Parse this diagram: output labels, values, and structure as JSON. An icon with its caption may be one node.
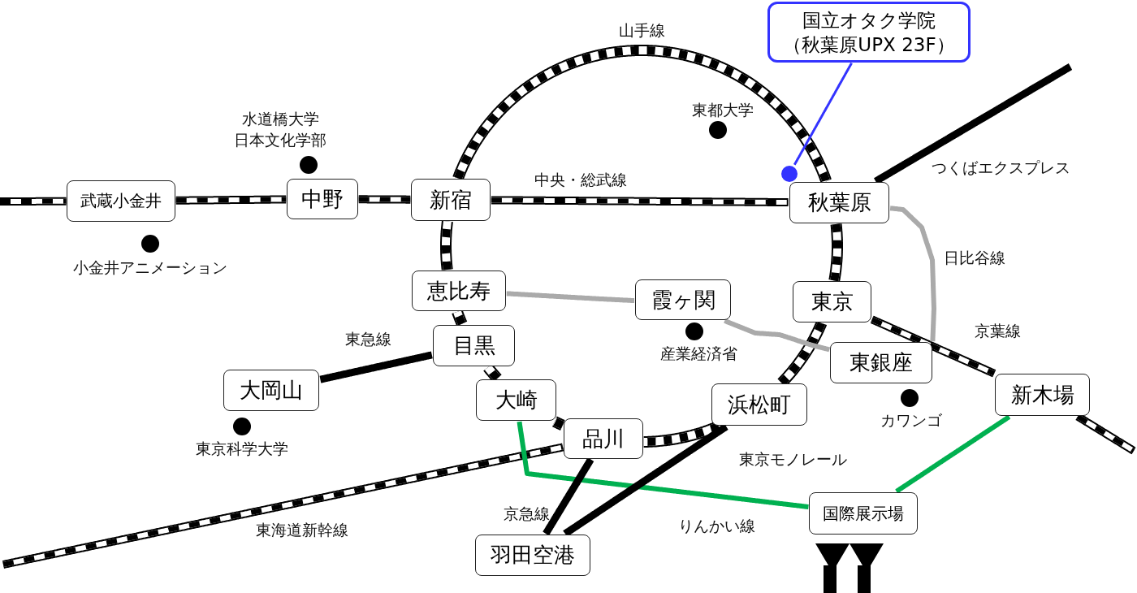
{
  "diagram": {
    "nodes": [
      {
        "text": [
          "国立オタク学院",
          "（秋葉原UPX 23F）"
        ]
      },
      {
        "text": [],
        "shape": "circle"
      },
      {
        "text": [
          "武蔵小金井"
        ]
      },
      {
        "text": [
          "中野"
        ]
      },
      {
        "text": [
          "新宿"
        ]
      },
      {
        "text": [
          "秋葉原"
        ]
      },
      {
        "text": [
          "恵比寿"
        ]
      },
      {
        "text": [
          "霞ヶ関"
        ]
      },
      {
        "text": [
          "東京"
        ]
      },
      {
        "text": [
          "目黒"
        ]
      },
      {
        "text": [
          "東銀座"
        ]
      },
      {
        "text": [
          "大岡山"
        ]
      },
      {
        "text": [
          "大崎"
        ]
      },
      {
        "text": [
          "浜松町"
        ]
      },
      {
        "text": [
          "新木場"
        ]
      },
      {
        "text": [
          "品川"
        ]
      },
      {
        "text": [
          "国際展示場"
        ]
      },
      {
        "text": [
          "羽田空港"
        ]
      }
    ],
    "edges": [
      {
        "from": 0,
        "to": 1,
        "arrow": "none",
        "color": "#3333ff"
      },
      {
        "from": null,
        "to": 2,
        "arrow": "none",
        "style": "dashed"
      },
      {
        "from": 2,
        "to": 3,
        "arrow": "none",
        "style": "dashed"
      },
      {
        "from": 3,
        "to": 4,
        "arrow": "none",
        "style": "dashed"
      },
      {
        "from": 4,
        "to": 5,
        "arrow": "none",
        "style": "dashed"
      },
      {
        "from": 4,
        "to": 5,
        "arrow": "none",
        "style": "dashed"
      },
      {
        "from": 5,
        "to": 8,
        "arrow": "none",
        "style": "dashed"
      },
      {
        "from": 8,
        "to": 13,
        "arrow": "none",
        "style": "dashed"
      },
      {
        "from": 13,
        "to": 15,
        "arrow": "none",
        "style": "dashed"
      },
      {
        "from": 15,
        "to": 12,
        "arrow": "none",
        "style": "dashed"
      },
      {
        "from": 12,
        "to": 9,
        "arrow": "none",
        "style": "dashed"
      },
      {
        "from": 9,
        "to": 6,
        "arrow": "none",
        "style": "dashed"
      },
      {
        "from": 6,
        "to": 4,
        "arrow": "none",
        "style": "dashed"
      },
      {
        "from": 5,
        "to": null,
        "arrow": "none"
      },
      {
        "from": 6,
        "to": 7,
        "arrow": "none",
        "color": "#aaaaaa"
      },
      {
        "from": 7,
        "to": 10,
        "arrow": "none",
        "color": "#aaaaaa"
      },
      {
        "from": 5,
        "to": 10,
        "arrow": "none",
        "color": "#aaaaaa"
      },
      {
        "from": 8,
        "to": 14,
        "arrow": "none",
        "style": "dashed"
      },
      {
        "from": 14,
        "to": null,
        "arrow": "none",
        "style": "dashed"
      },
      {
        "from": 9,
        "to": 11,
        "arrow": "none"
      },
      {
        "from": 12,
        "to": 16,
        "arrow": "none",
        "color": "#00b050"
      },
      {
        "from": 16,
        "to": 14,
        "arrow": "none",
        "color": "#00b050"
      },
      {
        "from": 15,
        "to": 17,
        "arrow": "none"
      },
      {
        "from": 13,
        "to": 17,
        "arrow": "none"
      },
      {
        "from": null,
        "to": 15,
        "arrow": "none",
        "style": "dashed"
      }
    ],
    "labels": [
      "山手線",
      "水道橋大学",
      "日本文化学部",
      "東都大学",
      "中央・総武線",
      "つくばエクスプレス",
      "小金井アニメーション",
      "日比谷線",
      "京葉線",
      "東急線",
      "産業経済省",
      "東京科学大学",
      "カワンゴ",
      "東京モノレール",
      "京急線",
      "東海道新幹線",
      "りんかい線"
    ]
  }
}
